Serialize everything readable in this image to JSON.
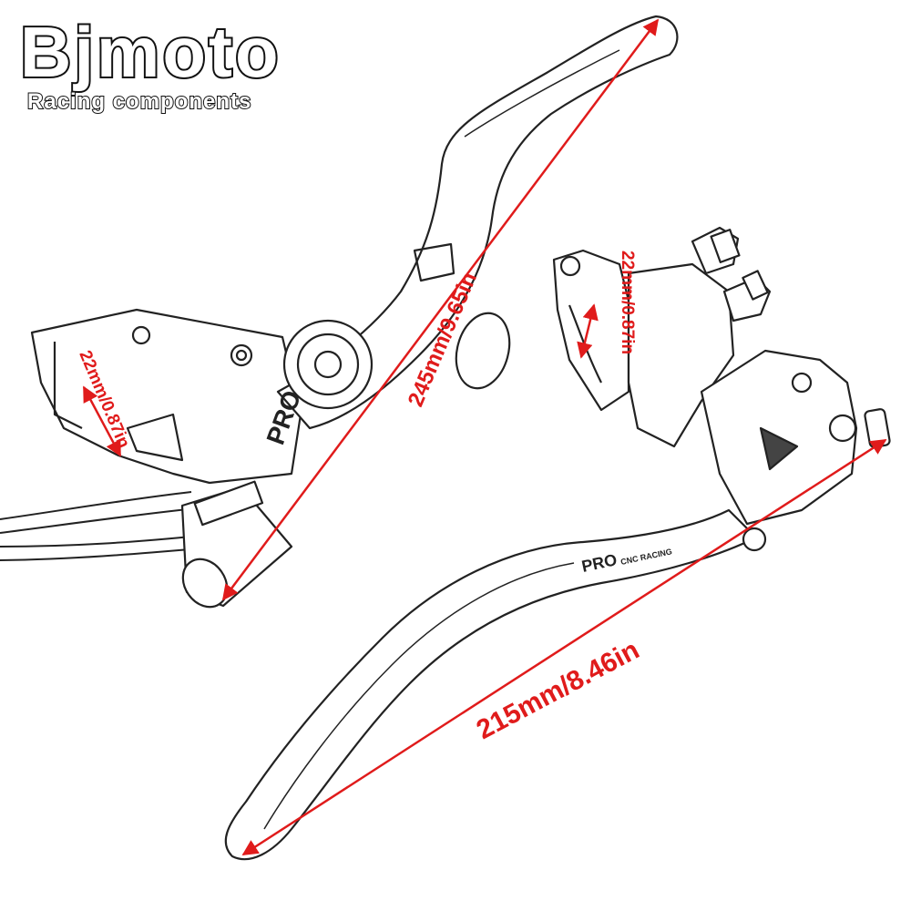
{
  "brand": {
    "name": "Bjmoto",
    "tagline": "Racing components"
  },
  "product_marks": {
    "left_lever_logo": "PRO",
    "right_lever_logo": "PRO",
    "right_lever_text": "CNC RACING"
  },
  "dimensions": {
    "left_lever_length": "245mm/9.65in",
    "left_clamp": "22mm/0.87in",
    "right_clamp": "22mm/0.87in",
    "right_lever_length": "215mm/8.46in"
  },
  "colors": {
    "dimension": "#e01b1b",
    "outline": "#111111"
  }
}
